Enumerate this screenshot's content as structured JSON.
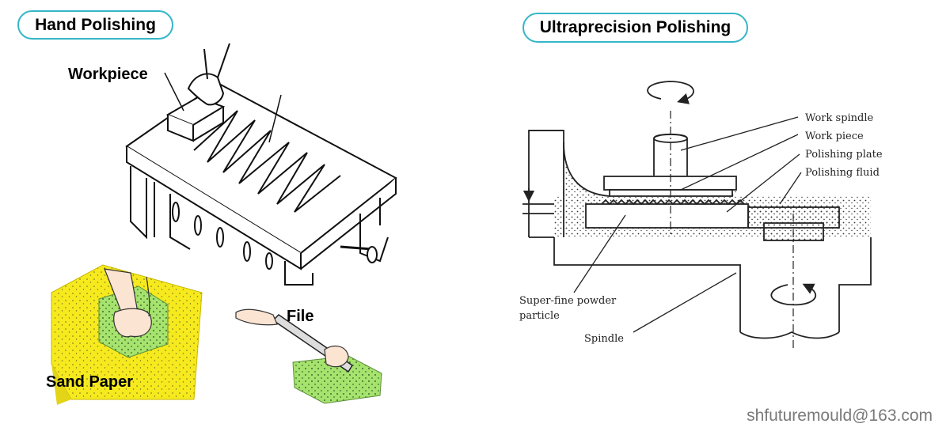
{
  "left_panel": {
    "title": "Hand Polishing",
    "labels": {
      "workpiece": "Workpiece",
      "file": "File",
      "sand_paper": "Sand Paper"
    }
  },
  "right_panel": {
    "title": "Ultraprecision Polishing",
    "labels": {
      "work_spindle": "Work spindle",
      "work_piece": "Work piece",
      "polishing_plate": "Polishing plate",
      "polishing_fluid": "Polishing fluid",
      "super_fine_line1": "Super-fine powder",
      "super_fine_line2": "particle",
      "spindle": "Spindle"
    }
  },
  "footer": {
    "email": "shfuturemould@163.com"
  },
  "colors": {
    "pill_border": "#35b6c7",
    "sandpaper_yellow": "#f6ea1e",
    "sponge_green": "#a6e36e",
    "footer_text": "#7a7a7a"
  }
}
